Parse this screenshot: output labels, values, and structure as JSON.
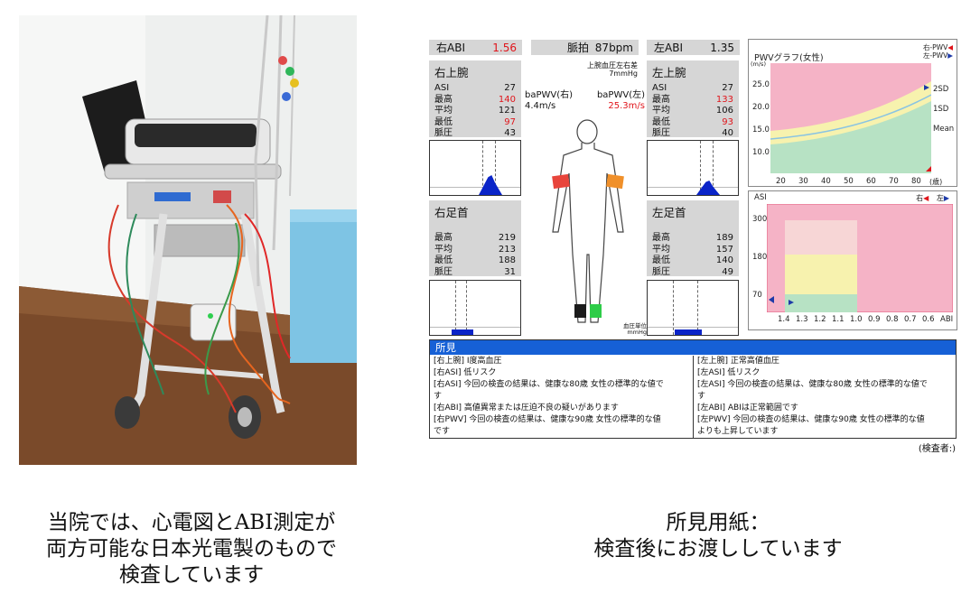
{
  "captions": {
    "left": [
      "当院では、心電図とABI測定が",
      "両方可能な日本光電製のもので",
      "検査しています"
    ],
    "right": [
      "所見用紙：",
      "検査後にお渡ししています"
    ]
  },
  "report": {
    "right_abi": {
      "label": "右ABI",
      "value": "1.56"
    },
    "pulse": {
      "label": "脈拍",
      "value": "87bpm"
    },
    "left_abi": {
      "label": "左ABI",
      "value": "1.35"
    },
    "bp_diff": {
      "line1": "上腕血圧左右差",
      "line2": "7mmHg"
    },
    "right_arm": {
      "title": "右上腕",
      "rows": [
        {
          "k": "ASI",
          "v": "27"
        },
        {
          "k": "最高",
          "v": "140"
        },
        {
          "k": "平均",
          "v": "121"
        },
        {
          "k": "最低",
          "v": "97"
        },
        {
          "k": "脈圧",
          "v": "43"
        }
      ]
    },
    "left_arm": {
      "title": "左上腕",
      "rows": [
        {
          "k": "ASI",
          "v": "27"
        },
        {
          "k": "最高",
          "v": "133"
        },
        {
          "k": "平均",
          "v": "106"
        },
        {
          "k": "最低",
          "v": "93"
        },
        {
          "k": "脈圧",
          "v": "40"
        }
      ]
    },
    "right_ankle": {
      "title": "右足首",
      "rows": [
        {
          "k": "最高",
          "v": "219"
        },
        {
          "k": "平均",
          "v": "213"
        },
        {
          "k": "最低",
          "v": "188"
        },
        {
          "k": "脈圧",
          "v": "31"
        }
      ]
    },
    "left_ankle": {
      "title": "左足首",
      "rows": [
        {
          "k": "最高",
          "v": "189"
        },
        {
          "k": "平均",
          "v": "157"
        },
        {
          "k": "最低",
          "v": "140"
        },
        {
          "k": "脈圧",
          "v": "49"
        }
      ]
    },
    "bapwv_right": {
      "label": "baPWV(右)",
      "value": "4.4m/s"
    },
    "bapwv_left": {
      "label": "baPWV(左)",
      "value": "25.3m/s"
    },
    "bp_unit": {
      "line1": "血圧単位",
      "line2": "mmHg"
    },
    "pwv_graph": {
      "title": "PWVグラフ(女性)",
      "legend_right": "右-PWV",
      "legend_left": "左-PWV",
      "y_unit": "(m/s)",
      "y_ticks": [
        "25.0",
        "20.0",
        "15.0",
        "10.0"
      ],
      "x_ticks": [
        "20",
        "30",
        "40",
        "50",
        "60",
        "70",
        "80"
      ],
      "x_unit": "(歳)",
      "band_labels": [
        "2SD",
        "1SD",
        "Mean"
      ]
    },
    "asi_graph": {
      "title": "ASI",
      "legend_right": "右",
      "legend_left": "左",
      "y_ticks": [
        "300",
        "180",
        "70"
      ],
      "x_ticks": [
        "1.4",
        "1.3",
        "1.2",
        "1.1",
        "1.0",
        "0.9",
        "0.8",
        "0.7",
        "0.6",
        "ABI"
      ]
    },
    "findings": {
      "header": "所見",
      "left": [
        "[右上腕] I度高血圧",
        "[右ASI] 低リスク",
        "[右ASI] 今回の検査の結果は、健康な80歳 女性の標準的な値で",
        "す",
        "[右ABI] 高値異常または圧迫不良の疑いがあります",
        "[右PWV] 今回の検査の結果は、健康な90歳 女性の標準的な値",
        "です"
      ],
      "right": [
        "[左上腕] 正常高値血圧",
        "[左ASI] 低リスク",
        "[左ASI] 今回の検査の結果は、健康な80歳 女性の標準的な値で",
        "す",
        "[左ABI] ABIは正常範囲です",
        "[左PWV] 今回の検査の結果は、健康な90歳 女性の標準的な値",
        "よりも上昇しています"
      ],
      "examiner": "(検査者:)"
    }
  }
}
